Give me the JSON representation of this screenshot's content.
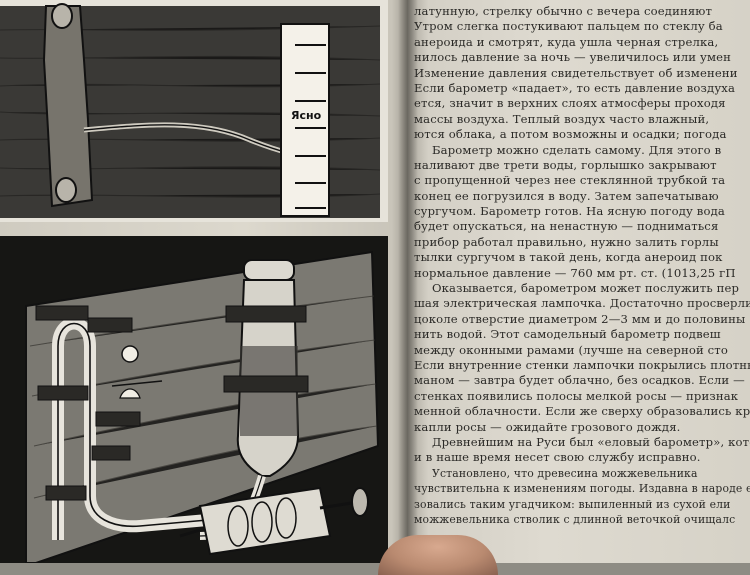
{
  "illustration_top": {
    "label": "Ясно"
  },
  "right_page": {
    "lines": [
      {
        "text": "латунную, стрелку обычно с вечера соединяют",
        "indent": false
      },
      {
        "text": "Утром слегка постукивают пальцем по стеклу ба",
        "indent": false
      },
      {
        "text": "анероида и смотрят, куда ушла черная стрелка,",
        "indent": false
      },
      {
        "text": "нилось давление за ночь — увеличилось или умен",
        "indent": false
      },
      {
        "text": "Изменение давления свидетельствует об изменени",
        "indent": false
      },
      {
        "text": "Если барометр «падает», то есть давление воздуха",
        "indent": false
      },
      {
        "text": "ется, значит в верхних слоях атмосферы проходя",
        "indent": false
      },
      {
        "text": "массы воздуха. Теплый воздух часто влажный,",
        "indent": false
      },
      {
        "text": "ются облака, а потом возможны и осадки; погода",
        "indent": false
      },
      {
        "text": "Барометр можно сделать самому. Для этого в",
        "indent": true
      },
      {
        "text": "наливают две трети воды, горлышко закрывают",
        "indent": false
      },
      {
        "text": "с пропущенной через нее стеклянной трубкой та",
        "indent": false
      },
      {
        "text": "конец ее погрузился в воду. Затем запечатываю",
        "indent": false
      },
      {
        "text": "сургучом. Барометр готов. На ясную погоду вода",
        "indent": false
      },
      {
        "text": "будет опускаться, на ненастную — подниматься",
        "indent": false
      },
      {
        "text": "прибор работал правильно, нужно залить горлы",
        "indent": false
      },
      {
        "text": "тылки сургучом в такой день, когда анероид пок",
        "indent": false
      },
      {
        "text": "нормальное давление — 760 мм рт. ст. (1013,25 гП",
        "indent": false
      },
      {
        "text": "Оказывается, барометром может послужить пер",
        "indent": true
      },
      {
        "text": "шая электрическая лампочка. Достаточно просверли",
        "indent": false
      },
      {
        "text": "цоколе отверстие диаметром 2—3 мм и до половины",
        "indent": false
      },
      {
        "text": "нить водой. Этот самодельный барометр подвеш",
        "indent": false
      },
      {
        "text": "между оконными рамами (лучше на северной сто",
        "indent": false
      },
      {
        "text": "Если внутренние стенки лампочки покрылись плотны",
        "indent": false
      },
      {
        "text": "маном — завтра будет облачно, без осадков. Если —",
        "indent": false
      },
      {
        "text": "стенках появились полосы мелкой росы — признак",
        "indent": false
      },
      {
        "text": "менной облачности. Если же сверху образовались кру",
        "indent": false
      },
      {
        "text": "капли росы — ожидайте грозового дождя.",
        "indent": false
      },
      {
        "text": "Древнейшим на Руси был «еловый барометр», кото",
        "indent": true
      },
      {
        "text": "и в наше время несет свою службу исправно.",
        "indent": false
      },
      {
        "text": "Установлено, что древесина можжевельника",
        "indent": true
      },
      {
        "text": "чувствительна к изменениям погоды. Издавна в народе е",
        "indent": false
      },
      {
        "text": "зовались таким угадчиком: выпиленный из сухой ели",
        "indent": false
      },
      {
        "text": "можжевельника стволик с длинной веточкой очищалс",
        "indent": false
      }
    ]
  }
}
